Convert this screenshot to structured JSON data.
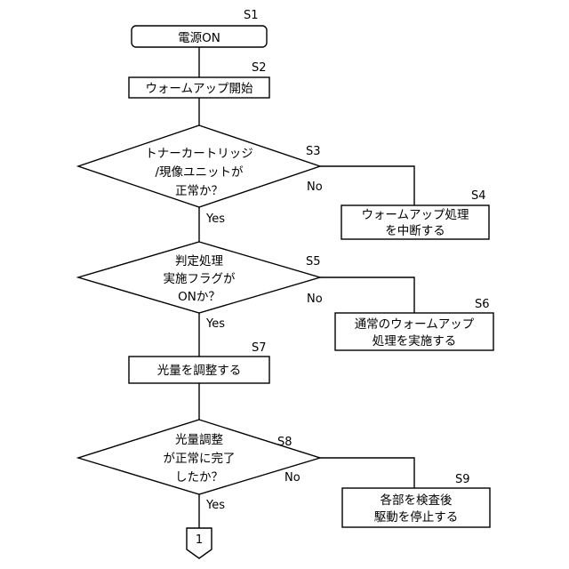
{
  "steps": {
    "s1": {
      "id": "S1",
      "text": "電源ON"
    },
    "s2": {
      "id": "S2",
      "text": "ウォームアップ開始"
    },
    "s3": {
      "id": "S3",
      "lines": [
        "トナーカートリッジ",
        "/現像ユニットが",
        "正常か？"
      ]
    },
    "s4": {
      "id": "S4",
      "lines": [
        "ウォームアップ処理",
        "を中断する"
      ]
    },
    "s5": {
      "id": "S5",
      "lines": [
        "判定処理",
        "実施フラグが",
        "ONか？"
      ]
    },
    "s6": {
      "id": "S6",
      "lines": [
        "通常のウォームアップ",
        "処理を実施する"
      ]
    },
    "s7": {
      "id": "S7",
      "text": "光量を調整する"
    },
    "s8": {
      "id": "S8",
      "lines": [
        "光量調整",
        "が正常に完了",
        "したか？"
      ]
    },
    "s9": {
      "id": "S9",
      "lines": [
        "各部を検査後",
        "駆動を停止する"
      ]
    }
  },
  "labels": {
    "yes": "Yes",
    "no": "No"
  },
  "connector": {
    "text": "1"
  }
}
